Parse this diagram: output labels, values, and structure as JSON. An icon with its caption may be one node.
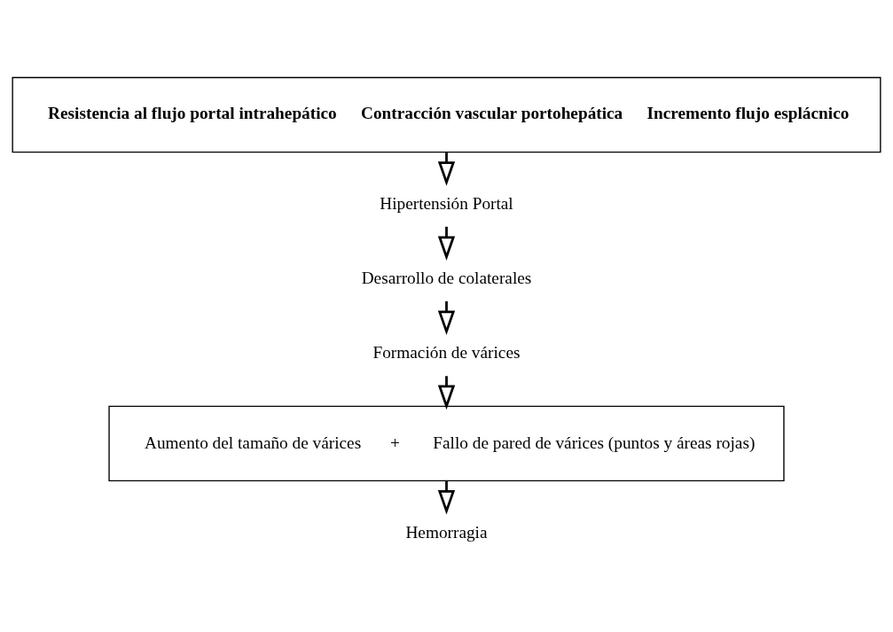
{
  "diagram": {
    "nodes": [
      {
        "text": [
          "Resistencia al flujo portal intrahepático",
          "Contracción vascular portohepática",
          "Incremento flujo esplácnico"
        ]
      },
      {
        "text": [
          "Hipertensión Portal"
        ]
      },
      {
        "text": [
          "Desarrollo de colaterales"
        ]
      },
      {
        "text": [
          "Formación de várices"
        ]
      },
      {
        "text": [
          "Aumento del tamaño de várices",
          "+",
          "Fallo de pared de várices (puntos y áreas rojas)"
        ]
      },
      {
        "text": [
          "Hemorragia"
        ]
      }
    ],
    "edges": [
      {
        "from": 0,
        "to": 1,
        "arrow": "to"
      },
      {
        "from": 1,
        "to": 2,
        "arrow": "to"
      },
      {
        "from": 2,
        "to": 3,
        "arrow": "to"
      },
      {
        "from": 3,
        "to": 4,
        "arrow": "to"
      },
      {
        "from": 4,
        "to": 5,
        "arrow": "to"
      }
    ]
  }
}
